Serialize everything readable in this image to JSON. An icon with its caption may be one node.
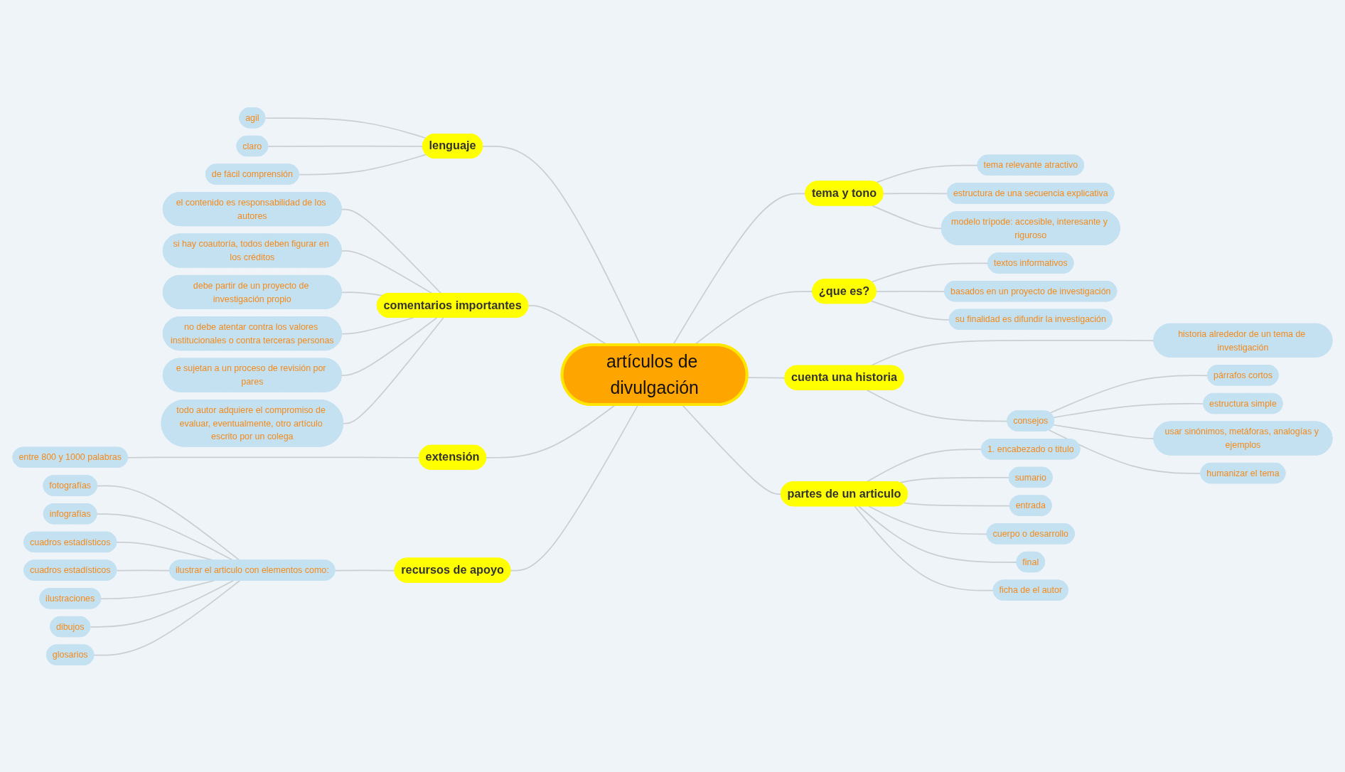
{
  "diagram": {
    "nodes": [
      {
        "text": [
          "artículos de divulgación"
        ]
      },
      {
        "text": [
          "lenguaje"
        ]
      },
      {
        "text": [
          "agil"
        ]
      },
      {
        "text": [
          "claro"
        ]
      },
      {
        "text": [
          "de fácil comprensión"
        ]
      },
      {
        "text": [
          "tema y tono"
        ]
      },
      {
        "text": [
          "tema relevante atractivo"
        ]
      },
      {
        "text": [
          "estructura de una secuencia explicativa"
        ]
      },
      {
        "text": [
          "modelo trípode: accesible, interesante y riguroso"
        ]
      },
      {
        "text": [
          "¿que es?"
        ]
      },
      {
        "text": [
          "textos informativos"
        ]
      },
      {
        "text": [
          "basados en un proyecto de investigación"
        ]
      },
      {
        "text": [
          "su finalidad es difundir la investigación"
        ]
      },
      {
        "text": [
          "cuenta una historia"
        ]
      },
      {
        "text": [
          "historia alrededor de un tema de investigación"
        ]
      },
      {
        "text": [
          "consejos"
        ]
      },
      {
        "text": [
          "párrafos cortos"
        ]
      },
      {
        "text": [
          "estructura simple"
        ]
      },
      {
        "text": [
          "usar sinónimos, metáforas, analogías y ejemplos"
        ]
      },
      {
        "text": [
          "humanizar el tema"
        ]
      },
      {
        "text": [
          "partes de un articulo"
        ]
      },
      {
        "text": [
          "1. encabezado o titulo"
        ]
      },
      {
        "text": [
          "sumario"
        ]
      },
      {
        "text": [
          "entrada"
        ]
      },
      {
        "text": [
          "cuerpo o desarrollo"
        ]
      },
      {
        "text": [
          "final"
        ]
      },
      {
        "text": [
          "ficha de el autor"
        ]
      },
      {
        "text": [
          "comentarios importantes"
        ]
      },
      {
        "text": [
          "el contenido es responsabilidad de los autores"
        ]
      },
      {
        "text": [
          "si hay coautoría, todos deben figurar en los créditos"
        ]
      },
      {
        "text": [
          "debe partir de un proyecto de investigación propio"
        ]
      },
      {
        "text": [
          "no debe atentar contra los valores institucionales o contra terceras personas"
        ]
      },
      {
        "text": [
          "e sujetan a un proceso de revisión por pares"
        ]
      },
      {
        "text": [
          "todo autor adquiere el compromiso de evaluar, eventualmente, otro artículo escrito por un colega"
        ]
      },
      {
        "text": [
          "extensión"
        ]
      },
      {
        "text": [
          "entre 800 y 1000 palabras"
        ]
      },
      {
        "text": [
          "recursos de apoyo"
        ]
      },
      {
        "text": [
          "ilustrar el articulo con elementos como:"
        ]
      },
      {
        "text": [
          "fotografías"
        ]
      },
      {
        "text": [
          "infografías"
        ]
      },
      {
        "text": [
          "cuadros estadísticos"
        ]
      },
      {
        "text": [
          "cuadros estadísticos"
        ]
      },
      {
        "text": [
          "ilustraciones"
        ]
      },
      {
        "text": [
          "dibujos"
        ]
      },
      {
        "text": [
          "glosarios"
        ]
      }
    ],
    "edges": [
      {
        "from": 1,
        "to": 0,
        "arrow": "none"
      },
      {
        "from": 2,
        "to": 1,
        "arrow": "none"
      },
      {
        "from": 3,
        "to": 1,
        "arrow": "none"
      },
      {
        "from": 4,
        "to": 1,
        "arrow": "none"
      },
      {
        "from": 0,
        "to": 5,
        "arrow": "none"
      },
      {
        "from": 5,
        "to": 6,
        "arrow": "none"
      },
      {
        "from": 5,
        "to": 7,
        "arrow": "none"
      },
      {
        "from": 5,
        "to": 8,
        "arrow": "none"
      },
      {
        "from": 0,
        "to": 9,
        "arrow": "none"
      },
      {
        "from": 9,
        "to": 10,
        "arrow": "none"
      },
      {
        "from": 9,
        "to": 11,
        "arrow": "none"
      },
      {
        "from": 9,
        "to": 12,
        "arrow": "none"
      },
      {
        "from": 0,
        "to": 13,
        "arrow": "none"
      },
      {
        "from": 13,
        "to": 14,
        "arrow": "none"
      },
      {
        "from": 13,
        "to": 15,
        "arrow": "none"
      },
      {
        "from": 15,
        "to": 16,
        "arrow": "none"
      },
      {
        "from": 15,
        "to": 17,
        "arrow": "none"
      },
      {
        "from": 15,
        "to": 18,
        "arrow": "none"
      },
      {
        "from": 15,
        "to": 19,
        "arrow": "none"
      },
      {
        "from": 0,
        "to": 20,
        "arrow": "none"
      },
      {
        "from": 20,
        "to": 21,
        "arrow": "none"
      },
      {
        "from": 20,
        "to": 22,
        "arrow": "none"
      },
      {
        "from": 20,
        "to": 23,
        "arrow": "none"
      },
      {
        "from": 20,
        "to": 24,
        "arrow": "none"
      },
      {
        "from": 20,
        "to": 25,
        "arrow": "none"
      },
      {
        "from": 20,
        "to": 26,
        "arrow": "none"
      },
      {
        "from": 27,
        "to": 0,
        "arrow": "none"
      },
      {
        "from": 28,
        "to": 27,
        "arrow": "none"
      },
      {
        "from": 29,
        "to": 27,
        "arrow": "none"
      },
      {
        "from": 30,
        "to": 27,
        "arrow": "none"
      },
      {
        "from": 31,
        "to": 27,
        "arrow": "none"
      },
      {
        "from": 32,
        "to": 27,
        "arrow": "none"
      },
      {
        "from": 33,
        "to": 27,
        "arrow": "none"
      },
      {
        "from": 34,
        "to": 0,
        "arrow": "none"
      },
      {
        "from": 35,
        "to": 34,
        "arrow": "none"
      },
      {
        "from": 36,
        "to": 0,
        "arrow": "none"
      },
      {
        "from": 37,
        "to": 36,
        "arrow": "none"
      },
      {
        "from": 38,
        "to": 37,
        "arrow": "none"
      },
      {
        "from": 39,
        "to": 37,
        "arrow": "none"
      },
      {
        "from": 40,
        "to": 37,
        "arrow": "none"
      },
      {
        "from": 41,
        "to": 37,
        "arrow": "none"
      },
      {
        "from": 42,
        "to": 37,
        "arrow": "none"
      },
      {
        "from": 43,
        "to": 37,
        "arrow": "none"
      },
      {
        "from": 44,
        "to": 37,
        "arrow": "none"
      }
    ]
  }
}
